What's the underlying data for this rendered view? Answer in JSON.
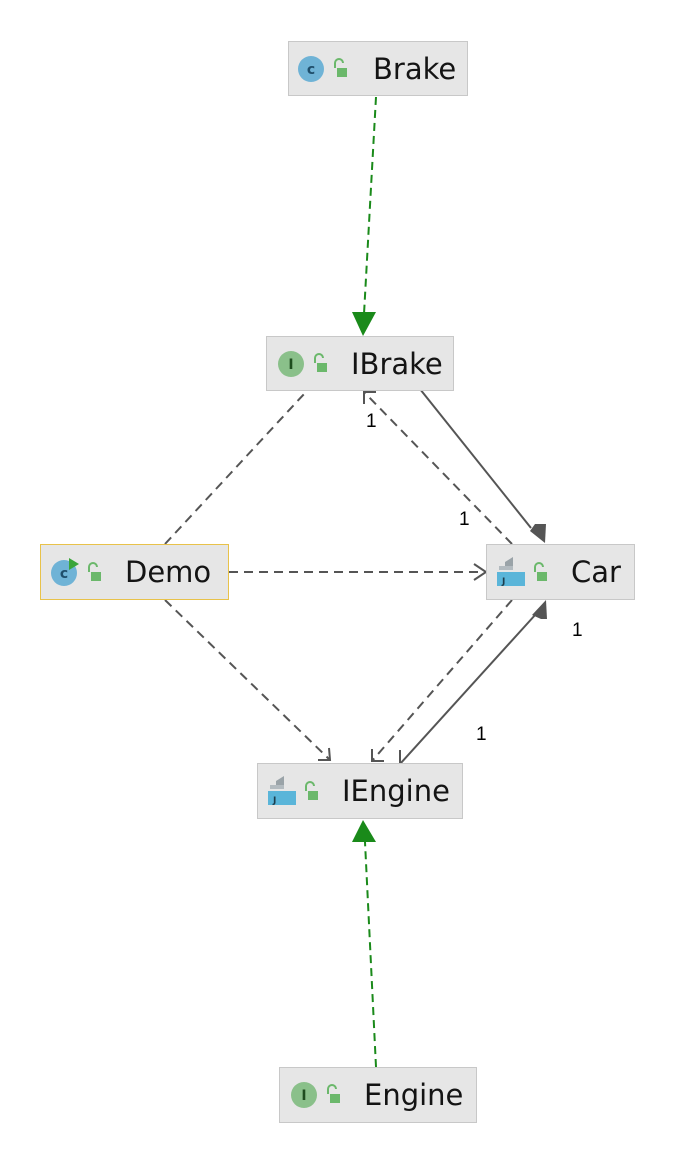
{
  "nodes": {
    "brake": {
      "name": "Brake",
      "kind": "class"
    },
    "ibrake": {
      "name": "IBrake",
      "kind": "interface"
    },
    "demo": {
      "name": "Demo",
      "kind": "class-runnable"
    },
    "car": {
      "name": "Car",
      "kind": "java-file"
    },
    "iengine": {
      "name": "IEngine",
      "kind": "java-file"
    },
    "engine": {
      "name": "Engine",
      "kind": "interface"
    }
  },
  "multiplicities": {
    "ibrake_end": "1",
    "car_ibrake": "1",
    "car_iengine": "1",
    "iengine_end": "1"
  },
  "colors": {
    "realization": "#1a8a1a",
    "dependency": "#555555",
    "node_fill": "#e6e6e6",
    "node_border": "#c8c8c8",
    "selected_border": "#e8c24a"
  }
}
